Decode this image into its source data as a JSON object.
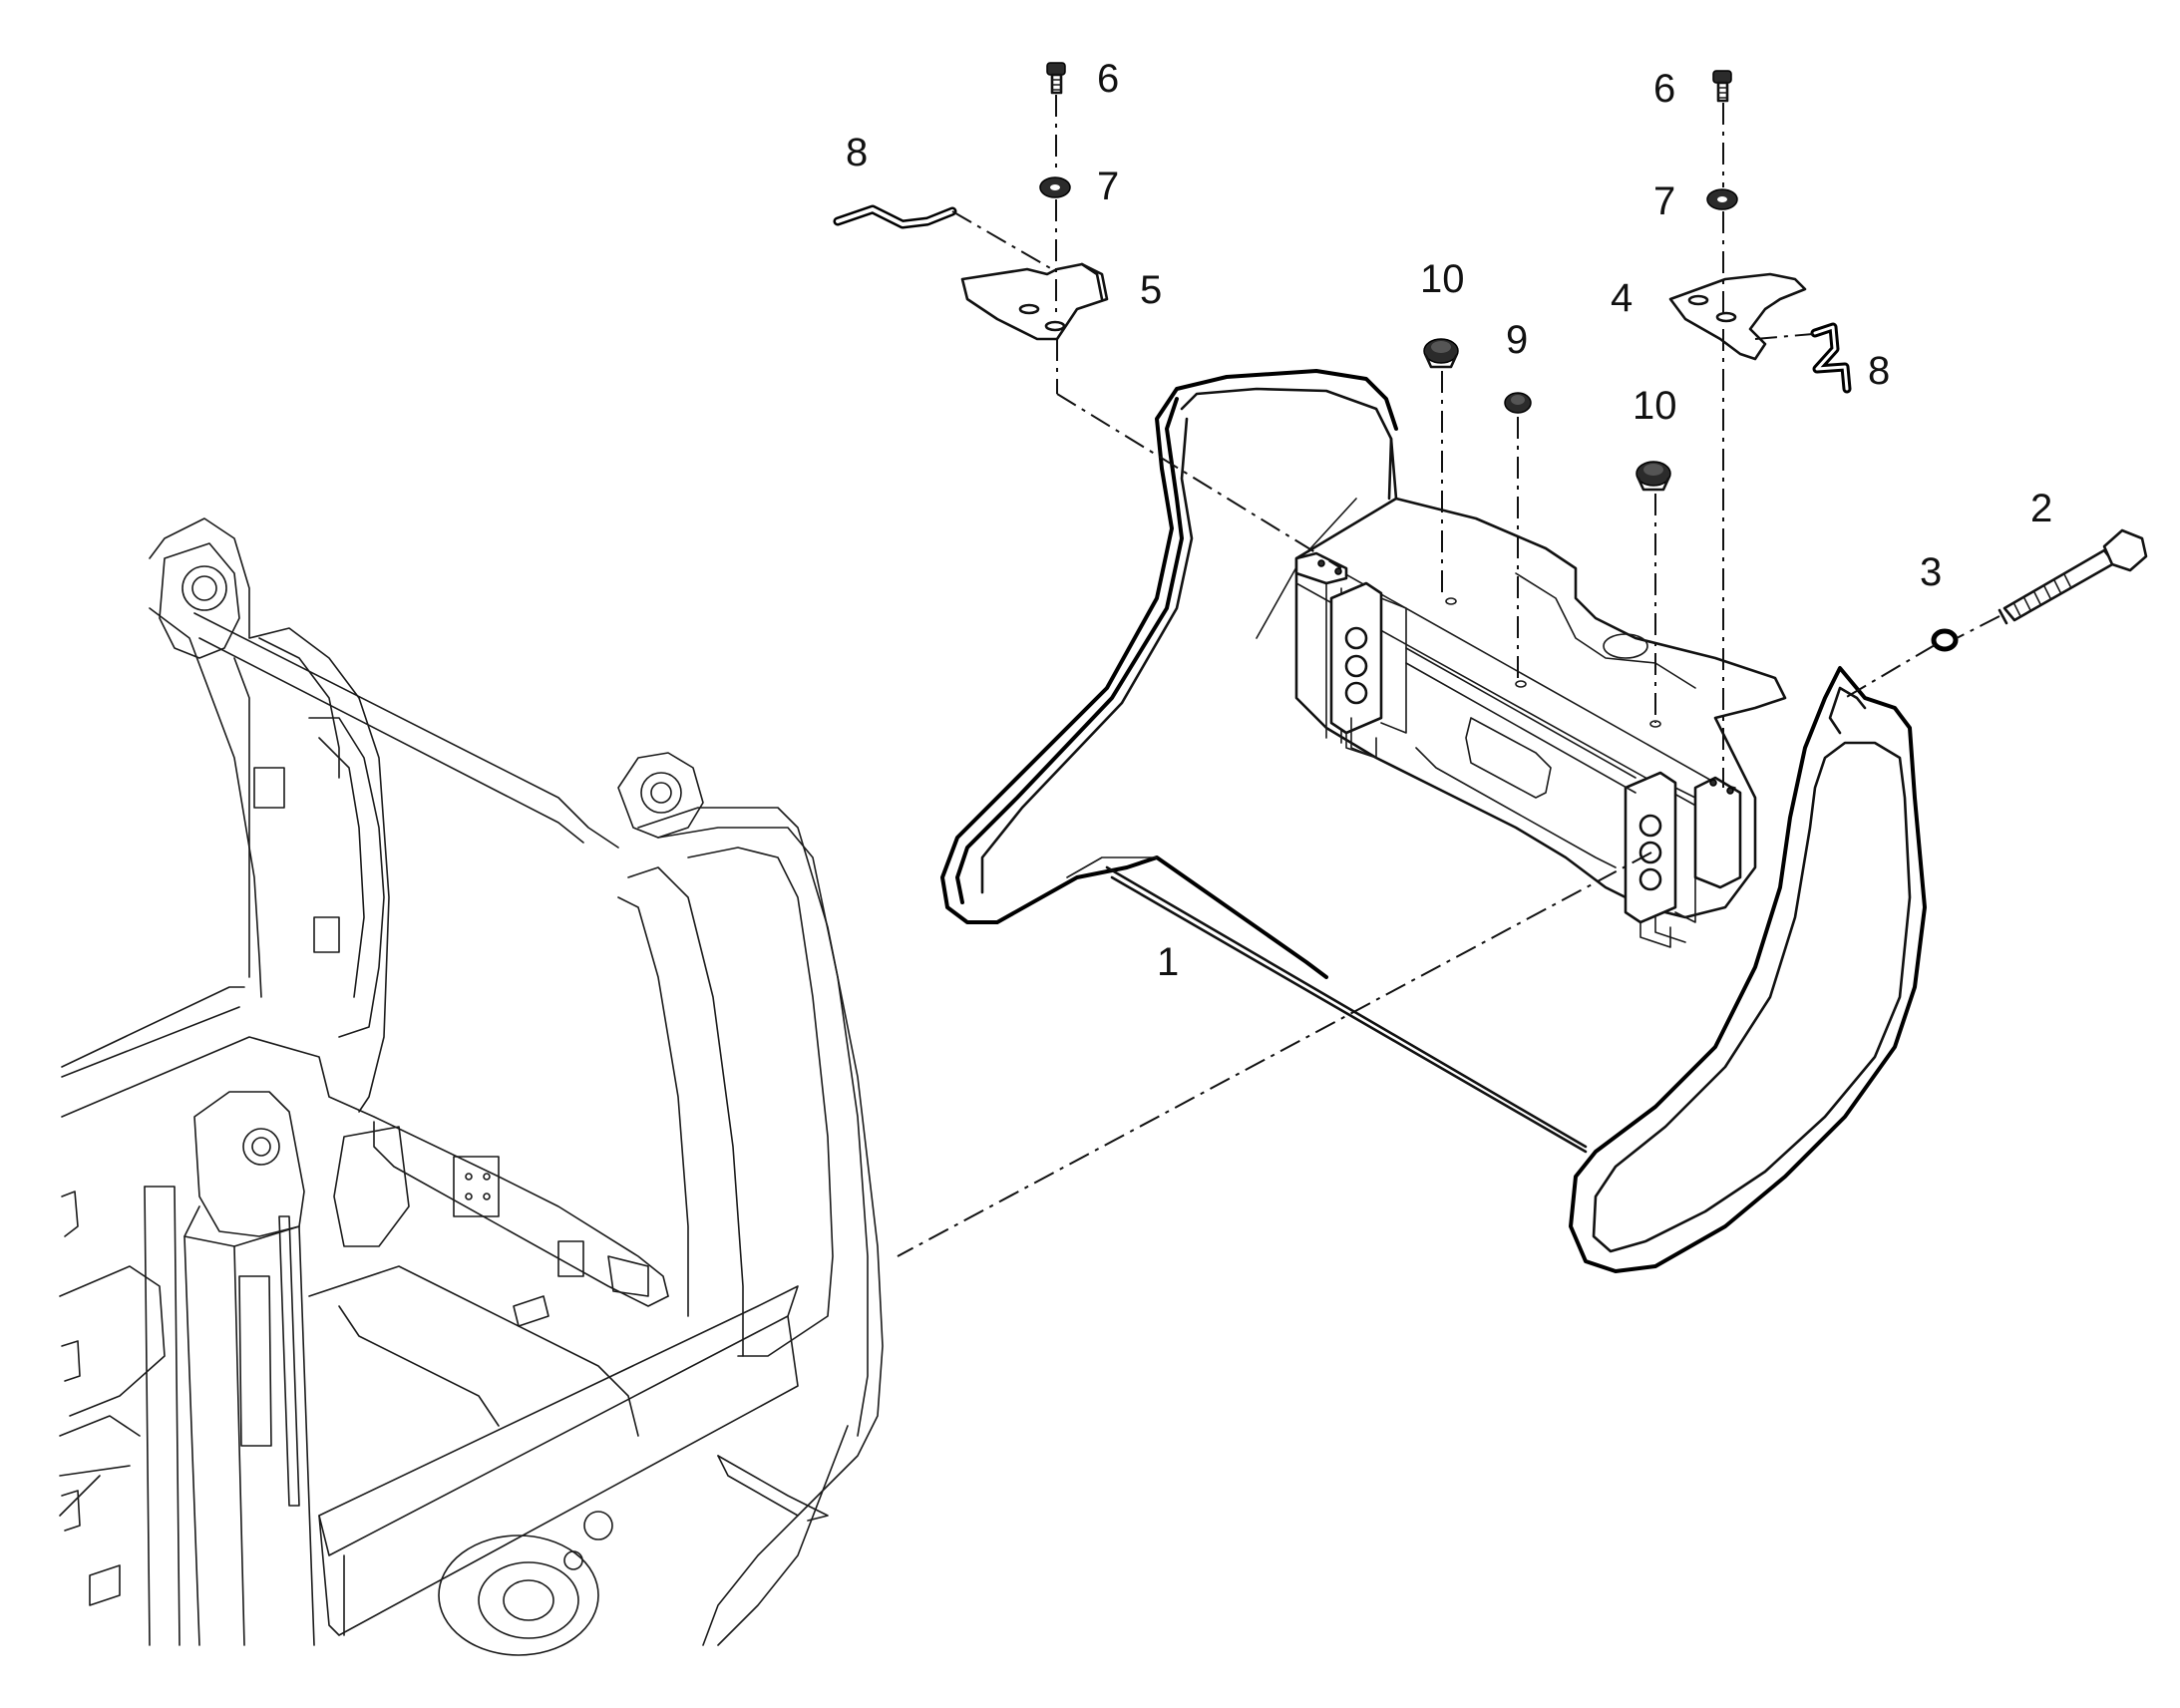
{
  "callouts": {
    "c1": "1",
    "c2": "2",
    "c3": "3",
    "c4": "4",
    "c5": "5",
    "c6_left": "6",
    "c6_right": "6",
    "c7_left": "7",
    "c7_right": "7",
    "c8_left": "8",
    "c8_right": "8",
    "c9": "9",
    "c10_left": "10",
    "c10_right": "10"
  },
  "colors": {
    "line": "#111111",
    "background": "#ffffff"
  }
}
